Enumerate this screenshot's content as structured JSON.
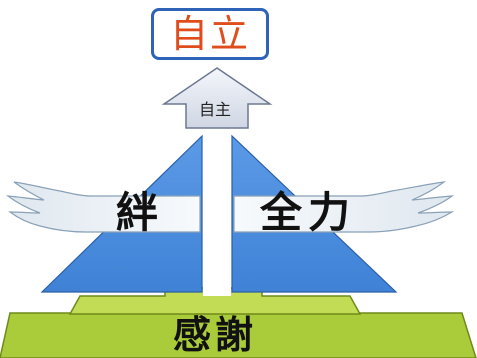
{
  "title": "自立",
  "arrow_label": "自主",
  "left_wing_label": "絆",
  "right_wing_label": "全力",
  "base_label": "感謝",
  "colors": {
    "title_text": "#e04d1c",
    "title_border": "#2e63b8",
    "pyramid_blue": "#4a8ee0",
    "pyramid_blue_light": "#7fb0ee",
    "base_green": "#aacb3a",
    "arrow_fill": "#e9ecf3",
    "wing_fill": "#eef3f8"
  }
}
